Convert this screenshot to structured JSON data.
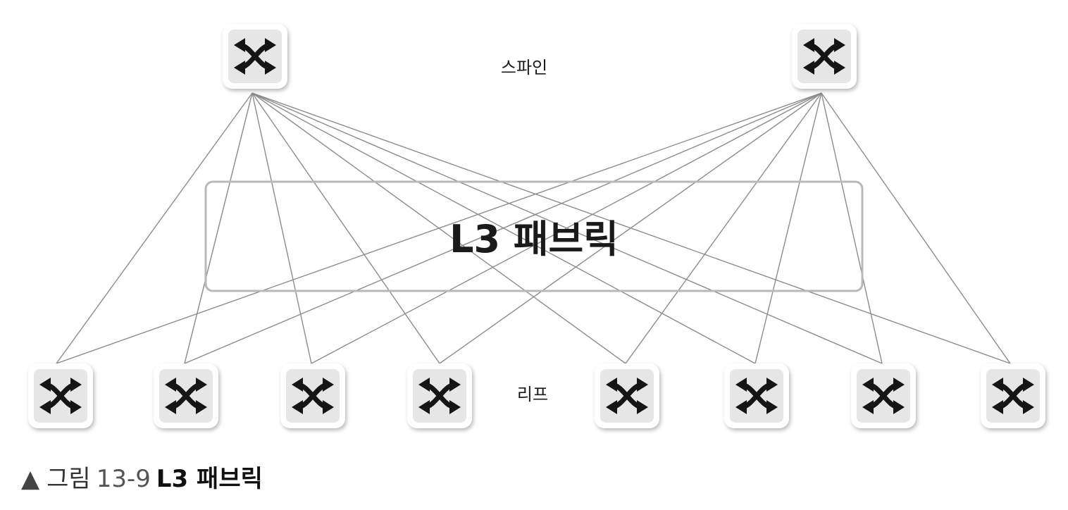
{
  "spine_label": "스파인",
  "leaf_label": "리프",
  "fabric_label": "L3 패브릭",
  "caption": {
    "marker": "▲",
    "prefix": "그림",
    "number": "13-9",
    "title": "L3 패브릭"
  },
  "spine_count": 2,
  "leaf_count": 8,
  "colors": {
    "link": "#8c8c8c",
    "switch_face": "#e6e6e6",
    "switch_glyph": "#151515",
    "fabric_border": "#b8b8b8"
  },
  "icons": {
    "switch": "crossed-arrows-switch-icon"
  }
}
